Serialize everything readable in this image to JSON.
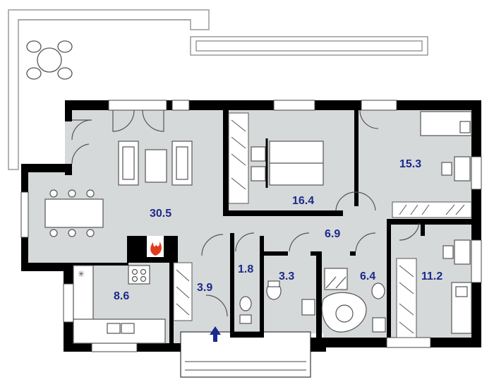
{
  "colors": {
    "floor": "#d6d9da",
    "wall": "#000000",
    "label": "#1b2a8a",
    "fire": "#e23a1e",
    "entrance_arrow": "#1b2a8a",
    "terrace_line": "#9a9a9a"
  },
  "rooms": [
    {
      "id": "living",
      "area": "30.5"
    },
    {
      "id": "bedroom-main",
      "area": "16.4"
    },
    {
      "id": "bedroom-right",
      "area": "15.3"
    },
    {
      "id": "hall",
      "area": "6.9"
    },
    {
      "id": "kitchen",
      "area": "8.6"
    },
    {
      "id": "entry",
      "area": "3.9"
    },
    {
      "id": "wc",
      "area": "1.8"
    },
    {
      "id": "laundry",
      "area": "3.3"
    },
    {
      "id": "bath",
      "area": "6.4"
    },
    {
      "id": "bedroom-small",
      "area": "11.2"
    }
  ],
  "icons": {
    "fireplace": "flame-icon",
    "entrance": "arrow-up-icon"
  }
}
